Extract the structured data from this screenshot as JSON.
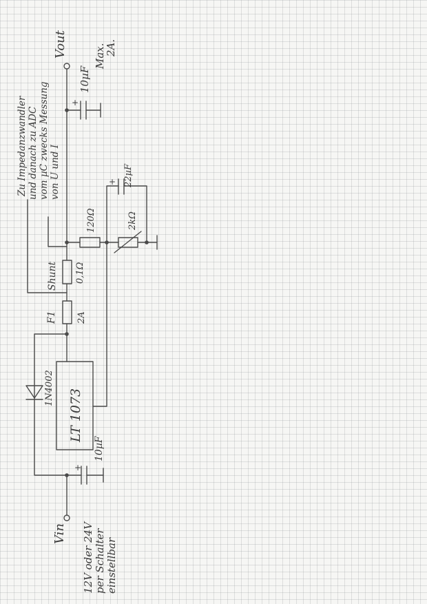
{
  "schematic": {
    "input": {
      "terminal_label": "Vin",
      "note_lines": [
        "12V oder 24V",
        "per Schalter",
        "einstellbar"
      ]
    },
    "regulator": {
      "label": "LT 1073"
    },
    "diode": {
      "label": "1N4002"
    },
    "fuse": {
      "designator": "F1",
      "rating": "2A"
    },
    "shunt": {
      "label": "Shunt",
      "value": "0,1Ω"
    },
    "resistor": {
      "value": "120Ω"
    },
    "potentiometer": {
      "value": "2kΩ"
    },
    "capacitor_input": {
      "value": "10µF",
      "polarity": "+"
    },
    "capacitor_adjust": {
      "value": "22µF",
      "polarity": "+"
    },
    "capacitor_output": {
      "value": "10µF",
      "polarity": "+"
    },
    "output": {
      "terminal_label": "Vout",
      "max_note": [
        "Max.",
        "2A."
      ]
    },
    "adc_note_lines": [
      "Zu Impedanzwandler",
      "und danach zu ADC",
      "vom µC zwecks Messung",
      "von U und I"
    ]
  }
}
